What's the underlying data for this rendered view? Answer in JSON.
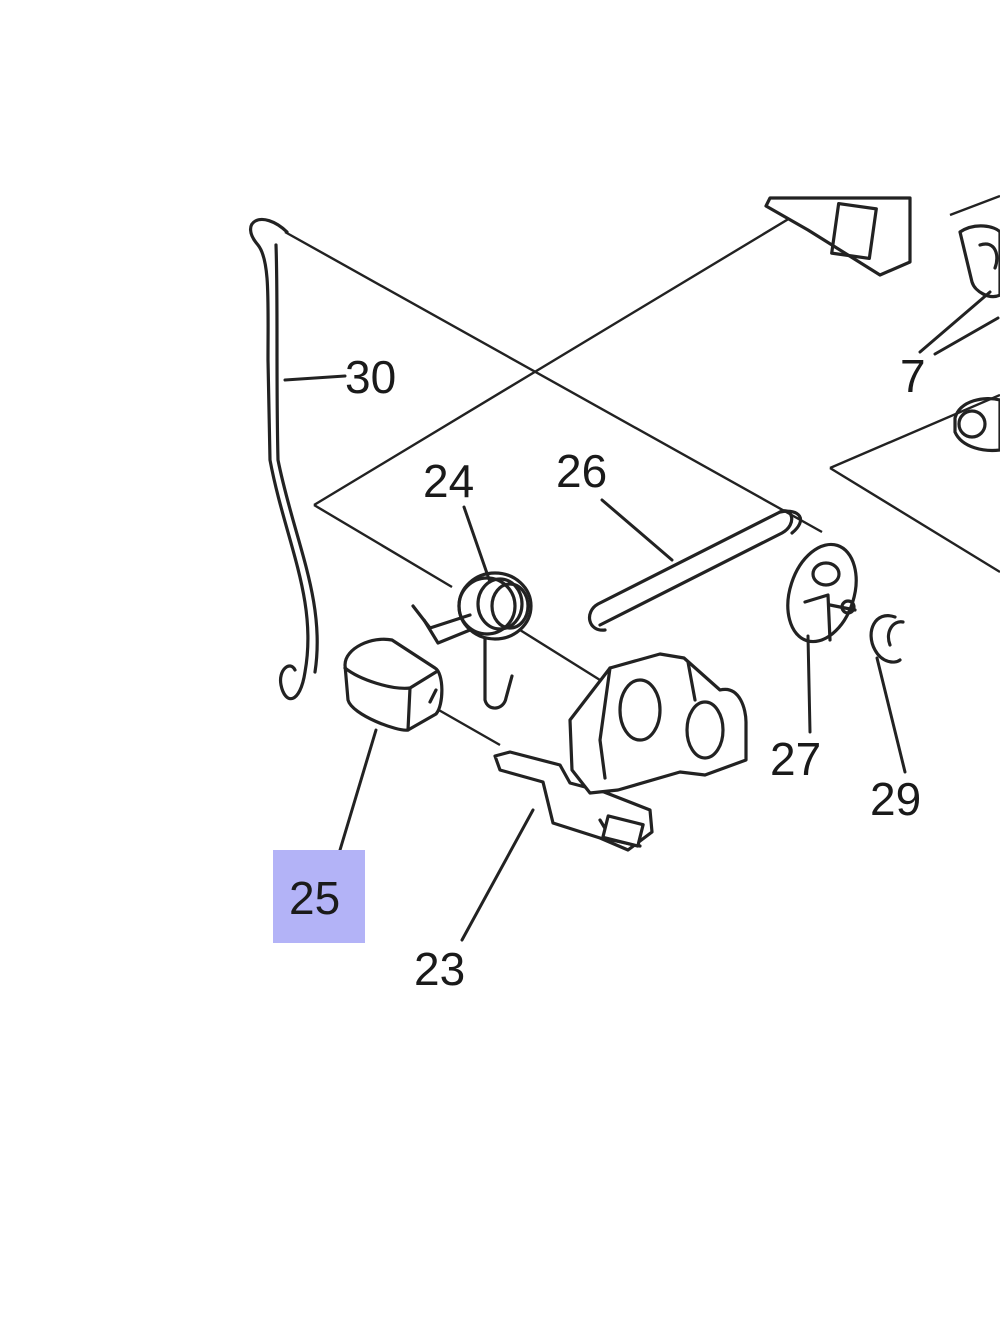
{
  "diagram": {
    "highlight_color": "#b3b3f7",
    "highlight_text_color": "#1a1a66",
    "labels": {
      "p7": "7",
      "p23": "23",
      "p24": "24",
      "p25": "25",
      "p26": "26",
      "p27": "27",
      "p29": "29",
      "p30": "30"
    },
    "highlighted_part": "25"
  }
}
